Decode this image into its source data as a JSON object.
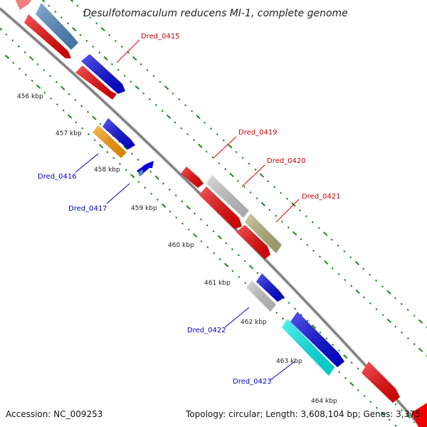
{
  "title": "Desulfotomaculum reducens MI-1, complete genome",
  "footer": {
    "accession": "Accession: NC_009253",
    "summary": "Topology: circular; Length: 3,608,104 bp; Genes: 3,375"
  },
  "ticks": [
    "456 kbp",
    "457 kbp",
    "458 kbp",
    "459 kbp",
    "460 kbp",
    "461 kbp",
    "462 kbp",
    "463 kbp",
    "464 kbp"
  ],
  "colors": {
    "forward_label": "#cc0000",
    "reverse_label": "#0000cc",
    "red": "#ee0000",
    "blue": "#0000dd",
    "steel": "#4f86c0",
    "orange": "#ff9a00",
    "grey": "#c8c8c8",
    "olive": "#b5b078",
    "cyan": "#00ecec",
    "pink": "#f08080",
    "backbone": "#888888",
    "dots": "#1a8a1a"
  },
  "labels": {
    "forward": [
      "Dred_0415",
      "Dred_0419",
      "Dred_0420",
      "Dred_0421"
    ],
    "reverse": [
      "Dred_0416",
      "Dred_0417",
      "Dred_0422",
      "Dred_0423"
    ]
  }
}
